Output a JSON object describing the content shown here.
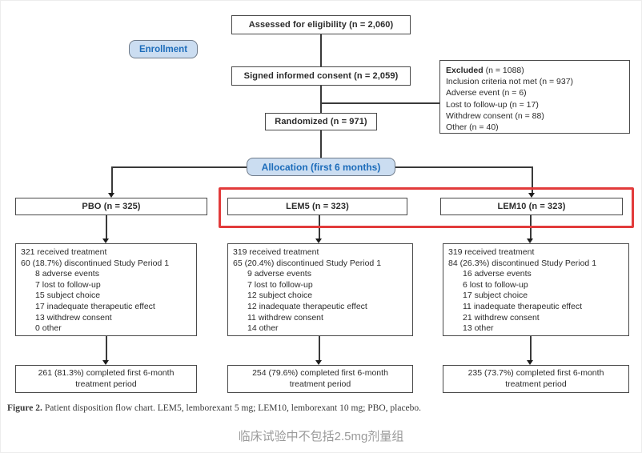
{
  "flow": {
    "assessed": "Assessed for eligibility (n = 2,060)",
    "enrollment_badge": "Enrollment",
    "consent": "Signed informed consent (n = 2,059)",
    "excluded": {
      "title": "Excluded",
      "title_n": "(n = 1088)",
      "reasons": [
        "Inclusion criteria not met (n = 937)",
        "Adverse event (n = 6)",
        "Lost to follow-up (n = 17)",
        "Withdrew consent (n = 88)",
        "Other (n = 40)"
      ]
    },
    "randomized": "Randomized (n = 971)",
    "allocation_badge": "Allocation (first 6 months)",
    "arms": [
      {
        "label": "PBO (n = 325)",
        "details_main": [
          "321 received treatment",
          "60 (18.7%) discontinued Study Period 1"
        ],
        "details_reasons": [
          "8 adverse events",
          "7 lost to follow-up",
          "15 subject choice",
          "17 inadequate therapeutic effect",
          "13 withdrew consent",
          "0 other"
        ],
        "completed": "261 (81.3%) completed first 6-month treatment period"
      },
      {
        "label": "LEM5 (n = 323)",
        "details_main": [
          "319 received treatment",
          "65 (20.4%) discontinued Study Period 1"
        ],
        "details_reasons": [
          "9 adverse events",
          "7 lost to follow-up",
          "12 subject choice",
          "12 inadequate therapeutic effect",
          "11 withdrew consent",
          "14 other"
        ],
        "completed": "254 (79.6%) completed first 6-month treatment period"
      },
      {
        "label": "LEM10 (n = 323)",
        "details_main": [
          "319 received treatment",
          "84 (26.3%) discontinued Study Period 1"
        ],
        "details_reasons": [
          "16 adverse events",
          "6 lost to follow-up",
          "17 subject choice",
          "11 inadequate therapeutic effect",
          "21 withdrew consent",
          "13 other"
        ],
        "completed": "235 (73.7%) completed first 6-month treatment period"
      }
    ]
  },
  "caption": {
    "label": "Figure 2.",
    "text": "Patient disposition flow chart. LEM5, lemborexant 5 mg; LEM10, lemborexant 10 mg; PBO, placebo."
  },
  "note": "临床试验中不包括2.5mg剂量组",
  "colors": {
    "badge_bg": "#cbddf1",
    "badge_text": "#1c6cba",
    "box_border": "#4a4a4a",
    "highlight_red": "#e23b3b",
    "note_gray": "#9a9a9a"
  }
}
